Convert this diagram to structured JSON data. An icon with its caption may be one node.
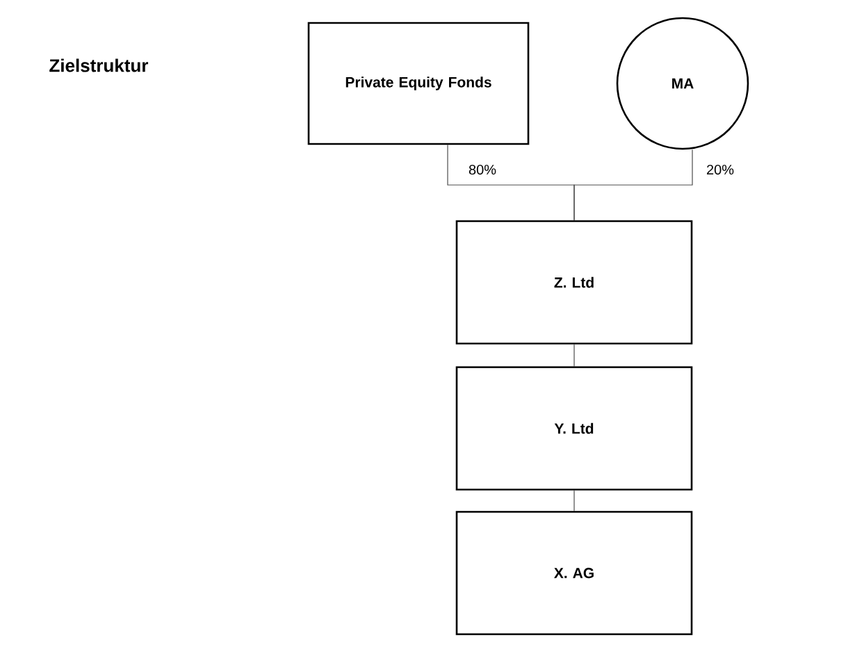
{
  "diagram": {
    "title": "Zielstruktur",
    "nodes": [
      {
        "text": [
          "Private Equity Fonds"
        ]
      },
      {
        "text": [
          "MA"
        ]
      },
      {
        "text": [
          "Z. Ltd"
        ]
      },
      {
        "text": [
          "Y. Ltd"
        ]
      },
      {
        "text": [
          "X. AG"
        ]
      }
    ],
    "edges": [
      {
        "from": 0,
        "to": 2,
        "arrow": "none",
        "label": "80%"
      },
      {
        "from": 1,
        "to": 2,
        "arrow": "none",
        "label": "20%"
      },
      {
        "from": 2,
        "to": 3,
        "arrow": "none"
      },
      {
        "from": 3,
        "to": 4,
        "arrow": "none"
      }
    ]
  }
}
